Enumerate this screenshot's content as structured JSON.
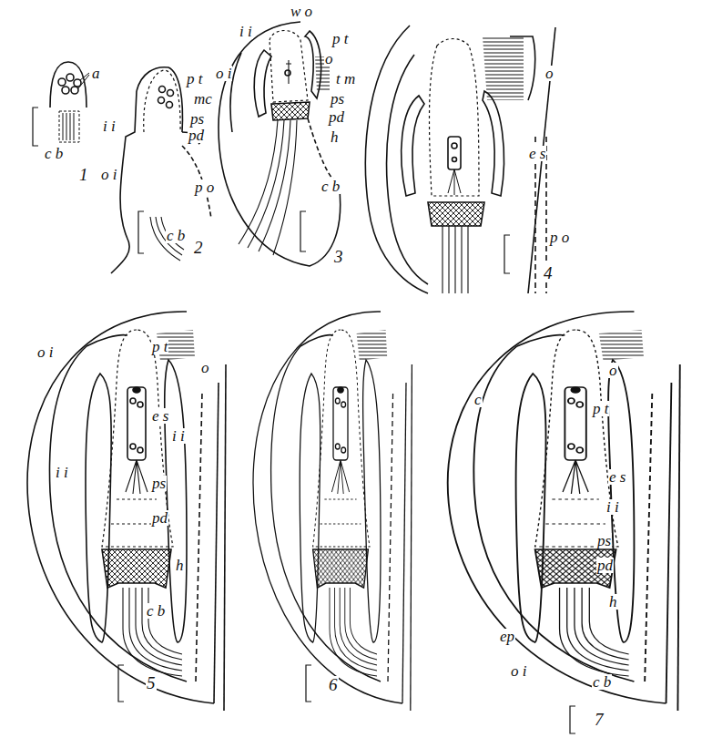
{
  "diagram": {
    "labels": [
      "a",
      "c b",
      "1",
      "p t",
      "mc",
      "ps",
      "pd",
      "i i",
      "p o",
      "o i",
      "c b",
      "2",
      "w o",
      "i i",
      "p t",
      "o i",
      "o",
      "t m",
      "ps",
      "pd",
      "h",
      "c b",
      "3",
      "o",
      "e s",
      "p o",
      "4",
      "o i",
      "p t",
      "o",
      "e s",
      "i i",
      "i i",
      "ps",
      "pd",
      "h",
      "c b",
      "5",
      "6",
      "o",
      "c",
      "p t",
      "e s",
      "i i",
      "ps",
      "pd",
      "ep",
      "h",
      "o i",
      "c b",
      "7"
    ]
  }
}
